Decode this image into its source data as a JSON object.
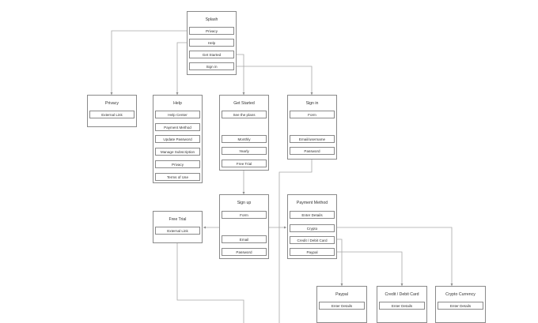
{
  "screens": {
    "splash": {
      "title": "Splash",
      "items": [
        "Privacy",
        "Help",
        "Get Started",
        "Sign in"
      ]
    },
    "privacy": {
      "title": "Privacy",
      "items": [
        "External Link"
      ]
    },
    "help": {
      "title": "Help",
      "items": [
        "Help Center",
        "Payment Method",
        "Update Password",
        "Manage Subscription",
        "Privacy",
        "Terms of Use"
      ]
    },
    "get_started": {
      "title": "Get Started",
      "items": [
        "See the plans",
        "Monthly",
        "Yearly",
        "Free Trial"
      ]
    },
    "sign_in": {
      "title": "Sign in",
      "items": [
        "Form",
        "Email/username",
        "Password"
      ]
    },
    "free_trial": {
      "title": "Free Trial",
      "items": [
        "External Link"
      ]
    },
    "sign_up": {
      "title": "Sign up",
      "items": [
        "Form",
        "Email",
        "Password"
      ]
    },
    "payment_method": {
      "title": "Payment Method",
      "items": [
        "Enter Details",
        "Crypto",
        "Credit / Debit Card",
        "Paypal"
      ]
    },
    "paypal": {
      "title": "Paypal",
      "items": [
        "Enter Details"
      ]
    },
    "credit_debit": {
      "title": "Credit / Debit Card",
      "items": [
        "Enter Details"
      ]
    },
    "crypto_currency": {
      "title": "Crypto Currency",
      "items": [
        "Enter Details"
      ]
    }
  }
}
